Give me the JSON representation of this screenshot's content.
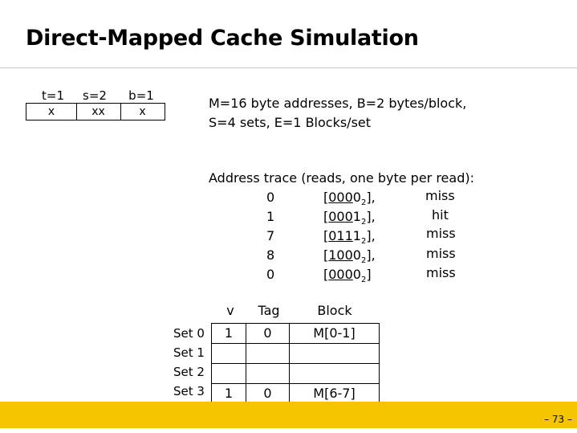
{
  "title": "Direct-Mapped Cache Simulation",
  "fields": [
    {
      "label": "t=1",
      "value": "x"
    },
    {
      "label": "s=2",
      "value": "xx"
    },
    {
      "label": "b=1",
      "value": "x"
    }
  ],
  "params": {
    "line1": "M=16 byte addresses, B=2 bytes/block,",
    "line2": "S=4 sets, E=1 Blocks/set"
  },
  "trace": {
    "title": "Address trace (reads, one byte per read):",
    "rows": [
      {
        "addr": "0",
        "bits_ul": "000",
        "bits_rest": "0",
        "suffix": "],",
        "result": "miss"
      },
      {
        "addr": "1",
        "bits_ul": "000",
        "bits_rest": "1",
        "suffix": "],",
        "result": "hit"
      },
      {
        "addr": "7",
        "bits_ul": "011",
        "bits_rest": "1",
        "suffix": "],",
        "result": "miss"
      },
      {
        "addr": "8",
        "bits_ul": "100",
        "bits_rest": "0",
        "suffix": "],",
        "result": "miss"
      },
      {
        "addr": "0",
        "bits_ul": "000",
        "bits_rest": "0",
        "suffix": "]",
        "result": "miss"
      }
    ]
  },
  "cache": {
    "headers": {
      "v": "v",
      "tag": "Tag",
      "block": "Block"
    },
    "sets": [
      {
        "label": "Set 0",
        "v": "1",
        "tag": "0",
        "block": "M[0-1]"
      },
      {
        "label": "Set 1",
        "v": "",
        "tag": "",
        "block": ""
      },
      {
        "label": "Set 2",
        "v": "",
        "tag": "",
        "block": ""
      },
      {
        "label": "Set 3",
        "v": "1",
        "tag": "0",
        "block": "M[6-7]"
      }
    ]
  },
  "page_number": "– 73 –",
  "colors": {
    "footer": "#f5c600"
  }
}
